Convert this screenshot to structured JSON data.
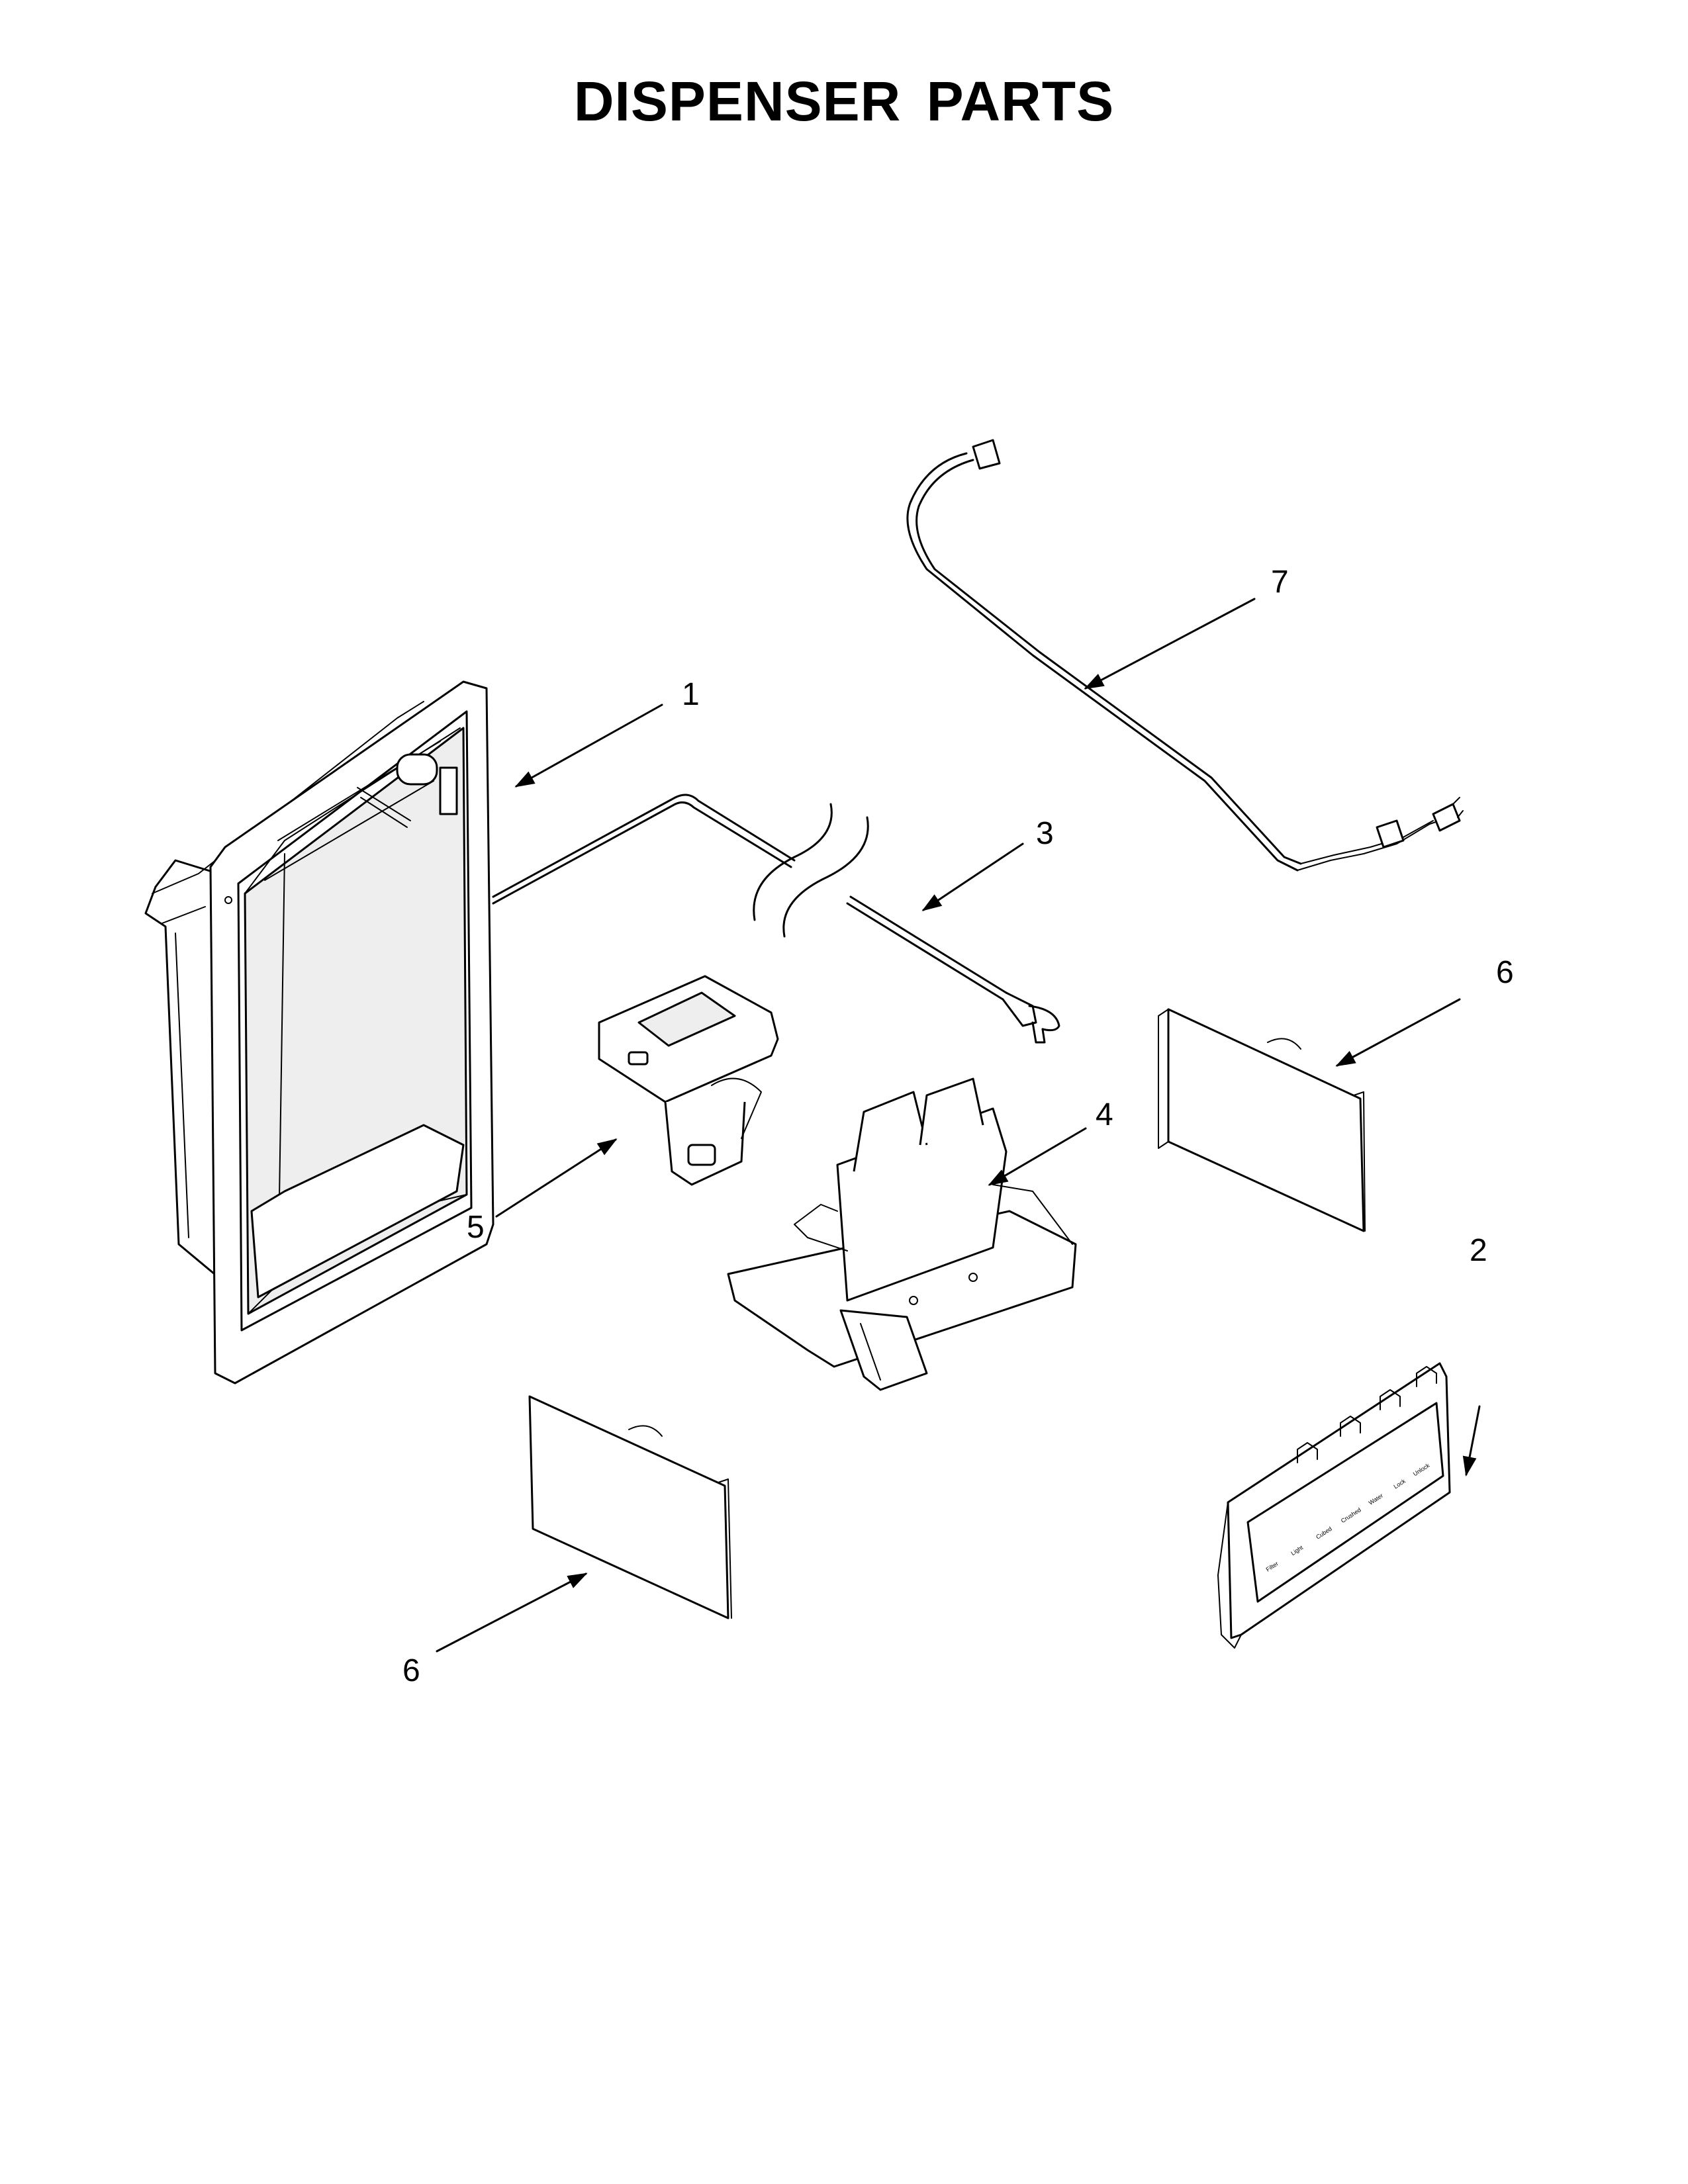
{
  "title": "DISPENSER PARTS",
  "callouts": [
    {
      "number": "1",
      "part": "dispenser-housing"
    },
    {
      "number": "2",
      "part": "control-panel"
    },
    {
      "number": "3",
      "part": "water-tube"
    },
    {
      "number": "4",
      "part": "dispenser-lever-assembly"
    },
    {
      "number": "5",
      "part": "ice-chute-door"
    },
    {
      "number": "6",
      "part": "trim-cover-upper"
    },
    {
      "number": "6",
      "part": "trim-cover-lower"
    },
    {
      "number": "7",
      "part": "wire-harness"
    }
  ],
  "control_panel_labels": [
    "Filter",
    "Light",
    "Cubed",
    "Crushed",
    "Water",
    "Lock",
    "Unlock"
  ]
}
